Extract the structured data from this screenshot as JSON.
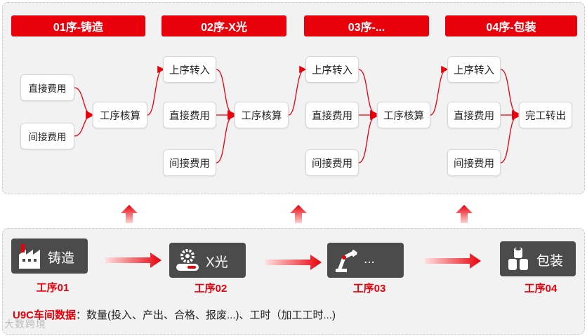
{
  "stages": [
    {
      "header": "01序-铸造",
      "inputs": [
        "直接费用",
        "间接费用"
      ],
      "calc": "工序核算"
    },
    {
      "header": "02序-X光",
      "inputs": [
        "上序转入",
        "直接费用",
        "间接费用"
      ],
      "calc": "工序核算"
    },
    {
      "header": "03序-...",
      "inputs": [
        "上序转入",
        "直接费用",
        "间接费用"
      ],
      "calc": "工序核算"
    },
    {
      "header": "04序-包装",
      "inputs": [
        "上序转入",
        "直接费用",
        "间接费用"
      ],
      "calc": "完工转出"
    }
  ],
  "processes": [
    {
      "label": "铸造",
      "caption": "工序01",
      "icon": "factory-icon"
    },
    {
      "label": "X光",
      "caption": "工序02",
      "icon": "gear-conveyor-icon"
    },
    {
      "label": "...",
      "caption": "工序03",
      "icon": "robot-arm-icon"
    },
    {
      "label": "包装",
      "caption": "工序04",
      "icon": "package-rolls-icon"
    }
  ],
  "data_line": {
    "lead": "U9C车间数据",
    "text": "：数量(投入、产出、合格、报废...)、工时（加工工时...)"
  },
  "watermark": "大数跨境",
  "colors": {
    "accent": "#e8000b",
    "process_box": "#4b4b4b",
    "panel": "#f2f2f2"
  }
}
